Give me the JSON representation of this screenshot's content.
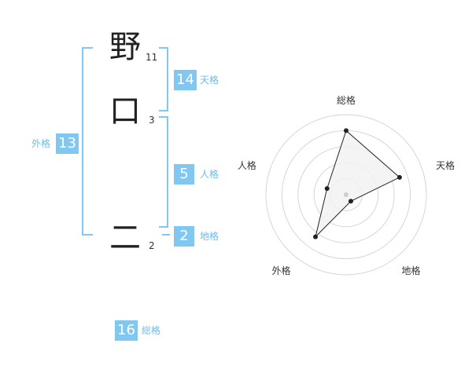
{
  "name": {
    "chars": [
      {
        "char": "野",
        "strokes": "11"
      },
      {
        "char": "口",
        "strokes": "3"
      },
      {
        "char": "二",
        "strokes": "2"
      }
    ]
  },
  "fortune": {
    "tenkaku": {
      "value": "14",
      "label": "天格"
    },
    "jinkaku": {
      "value": "5",
      "label": "人格"
    },
    "chikaku": {
      "value": "2",
      "label": "地格"
    },
    "gaikaku": {
      "value": "13",
      "label": "外格"
    },
    "soukaku": {
      "value": "16",
      "label": "総格"
    }
  },
  "chart_data": {
    "type": "radar",
    "axes": [
      "総格",
      "天格",
      "地格",
      "外格",
      "人格"
    ],
    "values": [
      16,
      14,
      2,
      13,
      5
    ],
    "rings": 5,
    "colors": {
      "fill": "#f2f2f2",
      "line": "#222222",
      "grid": "#d6d6d6"
    }
  }
}
